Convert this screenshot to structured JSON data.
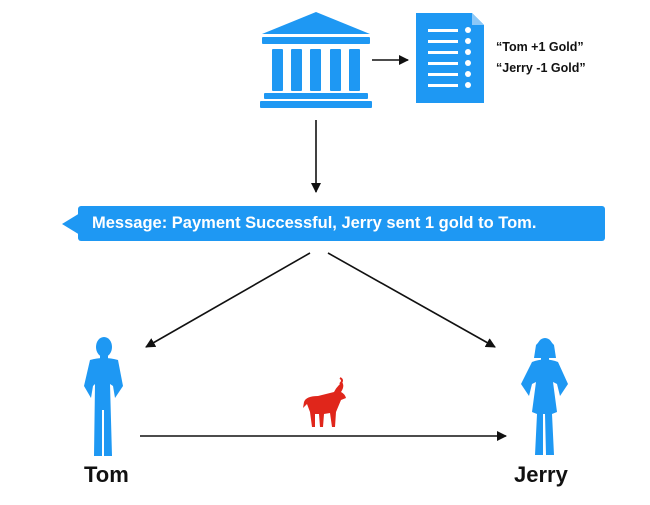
{
  "ledger": {
    "entries": [
      "“Tom  +1 Gold”",
      "“Jerry -1 Gold”"
    ]
  },
  "message": {
    "text": "Message: Payment Successful, Jerry sent 1 gold to Tom."
  },
  "people": {
    "sender": "Jerry",
    "receiver": "Tom"
  },
  "icons": {
    "bank": "bank-icon",
    "ledger": "ledger-document-icon",
    "transferred_item": "goat-icon",
    "person_male": "person-male-icon",
    "person_female": "person-female-icon"
  },
  "colors": {
    "accent": "#1e98f3",
    "goat": "#e0261b",
    "arrow": "#111111"
  }
}
